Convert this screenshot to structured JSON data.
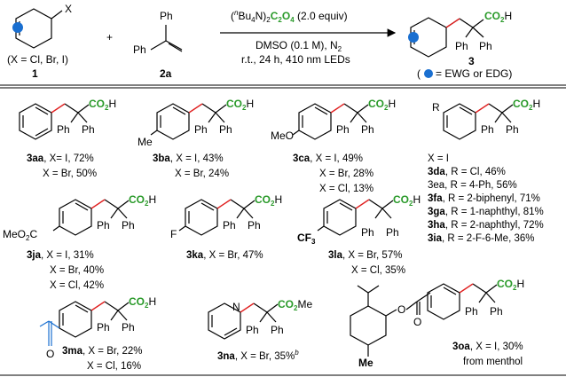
{
  "scheme": {
    "arylhalide_x": "X",
    "arylhalide_def": "(X = Cl, Br, I)",
    "arylhalide_num": "1",
    "plus": "+",
    "alkene_ph1": "Ph",
    "alkene_ph2": "Ph",
    "alkene_num": "2a",
    "cond_reagent_pre": "(",
    "cond_reagent_n": "n",
    "cond_reagent_mid": "Bu",
    "cond_reagent_4": "4",
    "cond_reagent_n2": "N)",
    "cond_reagent_2": "2",
    "cond_reagent_c": "C",
    "cond_reagent_c2": "2",
    "cond_reagent_o": "O",
    "cond_reagent_o4": "4",
    "cond_reagent_equiv": " (2.0 equiv)",
    "cond_solvent": "DMSO (0.1 M), N",
    "cond_solvent_sub": "2",
    "cond_time": "r.t., 24 h, 410 nm LEDs",
    "product_co2h": "CO",
    "product_co2h_sub": "2",
    "product_co2h_h": "H",
    "product_ph1": "Ph",
    "product_ph2": "Ph",
    "product_num": "3",
    "product_note_open": "(",
    "product_note": "= EWG or EDG)"
  },
  "colors": {
    "blue": "#1a6fd0",
    "green": "#2a9a2a",
    "red": "#e02020",
    "black": "#000000"
  },
  "compounds": [
    {
      "id": "3aa",
      "sub": "",
      "lines": [
        ", X= I, 72%",
        "X = Br, 50%"
      ]
    },
    {
      "id": "3ba",
      "sub": "Me",
      "lines": [
        ", X = I, 43%",
        "X = Br, 24%"
      ]
    },
    {
      "id": "3ca",
      "sub": "MeO",
      "lines": [
        ", X = I, 49%",
        "X = Br, 28%",
        "X = Cl, 13%"
      ]
    },
    {
      "id": "r-series",
      "sub": "R",
      "lines": [
        "X = I",
        ", R = Cl, 46%",
        "3ea, R = 4-Ph, 56%",
        ", R = 2-biphenyl, 71%",
        ", R = 1-naphthyl, 81%",
        ", R = 2-naphthyl, 72%",
        ", R = 2-F-6-Me, 36%"
      ],
      "bold_ids": [
        "3da",
        "3fa",
        "3ga",
        "3ha",
        "3ia"
      ]
    },
    {
      "id": "3ja",
      "sub": "MeO",
      "sub2": "C",
      "lines": [
        ", X = I, 31%",
        "X = Br, 40%",
        "X = Cl, 42%"
      ]
    },
    {
      "id": "3ka",
      "sub": "F",
      "lines": [
        ", X = Br, 47%"
      ]
    },
    {
      "id": "3la",
      "sub": "CF",
      "sub_num": "3",
      "lines": [
        ", X = Br, 57%",
        "X = Cl, 35%"
      ]
    },
    {
      "id": "3ma",
      "sub": "O",
      "lines": [
        ", X = Br, 22%",
        "X = Cl, 16%"
      ]
    },
    {
      "id": "3na",
      "sub": "N",
      "lines": [
        ", X = Br, 35%"
      ],
      "sup": "b",
      "ester": "CO",
      "ester_sub": "2",
      "ester_me": "Me"
    },
    {
      "id": "3oa",
      "lines": [
        ", X = I, 30%",
        "from menthol"
      ]
    }
  ],
  "labels": {
    "ph": "Ph",
    "co": "CO",
    "two": "2",
    "h": "H",
    "me": "Me",
    "x_eq_i": "X = I"
  }
}
